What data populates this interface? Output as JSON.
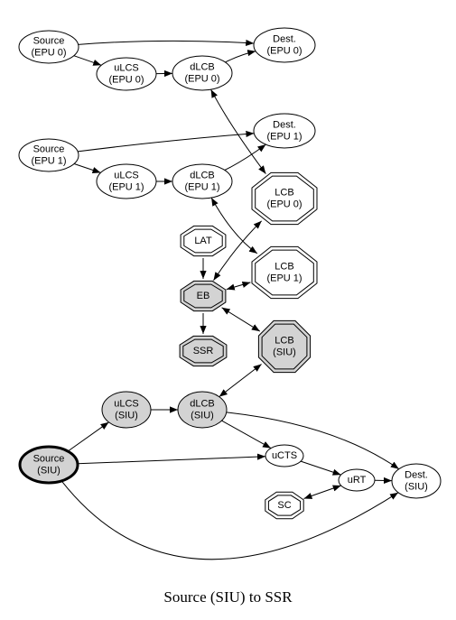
{
  "caption": "Source (SIU) to SSR",
  "colors": {
    "node_fill_default": "#ffffff",
    "node_fill_highlight": "#d3d3d3",
    "stroke": "#000000"
  },
  "nodes": [
    {
      "id": "src0",
      "shape": "ellipse",
      "lines": [
        "Source",
        "(EPU 0)"
      ],
      "highlight": false,
      "bold": false
    },
    {
      "id": "dest0",
      "shape": "ellipse",
      "lines": [
        "Dest.",
        "(EPU 0)"
      ],
      "highlight": false,
      "bold": false
    },
    {
      "id": "ulcs0",
      "shape": "ellipse",
      "lines": [
        "uLCS",
        "(EPU 0)"
      ],
      "highlight": false,
      "bold": false
    },
    {
      "id": "dlcb0",
      "shape": "ellipse",
      "lines": [
        "dLCB",
        "(EPU 0)"
      ],
      "highlight": false,
      "bold": false
    },
    {
      "id": "src1",
      "shape": "ellipse",
      "lines": [
        "Source",
        "(EPU 1)"
      ],
      "highlight": false,
      "bold": false
    },
    {
      "id": "dest1",
      "shape": "ellipse",
      "lines": [
        "Dest.",
        "(EPU 1)"
      ],
      "highlight": false,
      "bold": false
    },
    {
      "id": "ulcs1",
      "shape": "ellipse",
      "lines": [
        "uLCS",
        "(EPU 1)"
      ],
      "highlight": false,
      "bold": false
    },
    {
      "id": "dlcb1",
      "shape": "ellipse",
      "lines": [
        "dLCB",
        "(EPU 1)"
      ],
      "highlight": false,
      "bold": false
    },
    {
      "id": "lcb0",
      "shape": "octagon",
      "lines": [
        "LCB",
        "(EPU 0)"
      ],
      "highlight": false,
      "bold": false
    },
    {
      "id": "lat",
      "shape": "octagon",
      "lines": [
        "LAT"
      ],
      "highlight": false,
      "bold": false
    },
    {
      "id": "lcb1",
      "shape": "octagon",
      "lines": [
        "LCB",
        "(EPU 1)"
      ],
      "highlight": false,
      "bold": false
    },
    {
      "id": "eb",
      "shape": "octagon",
      "lines": [
        "EB"
      ],
      "highlight": true,
      "bold": false
    },
    {
      "id": "ssr",
      "shape": "octagon",
      "lines": [
        "SSR"
      ],
      "highlight": true,
      "bold": false
    },
    {
      "id": "lcbsiu",
      "shape": "octagon",
      "lines": [
        "LCB",
        "(SIU)"
      ],
      "highlight": true,
      "bold": false
    },
    {
      "id": "ulcssiu",
      "shape": "ellipse",
      "lines": [
        "uLCS",
        "(SIU)"
      ],
      "highlight": true,
      "bold": false
    },
    {
      "id": "dlcbsiu",
      "shape": "ellipse",
      "lines": [
        "dLCB",
        "(SIU)"
      ],
      "highlight": true,
      "bold": false
    },
    {
      "id": "srcsiu",
      "shape": "ellipse",
      "lines": [
        "Source",
        "(SIU)"
      ],
      "highlight": true,
      "bold": true
    },
    {
      "id": "ucts",
      "shape": "ellipse",
      "lines": [
        "uCTS"
      ],
      "highlight": false,
      "bold": false
    },
    {
      "id": "urt",
      "shape": "ellipse",
      "lines": [
        "uRT"
      ],
      "highlight": false,
      "bold": false
    },
    {
      "id": "destsiu",
      "shape": "ellipse",
      "lines": [
        "Dest.",
        "(SIU)"
      ],
      "highlight": false,
      "bold": false
    },
    {
      "id": "sc",
      "shape": "octagon",
      "lines": [
        "SC"
      ],
      "highlight": false,
      "bold": false
    }
  ],
  "edges": [
    {
      "from": "src0",
      "to": "dest0",
      "bidirectional": false
    },
    {
      "from": "src0",
      "to": "ulcs0",
      "bidirectional": false
    },
    {
      "from": "ulcs0",
      "to": "dlcb0",
      "bidirectional": false
    },
    {
      "from": "dlcb0",
      "to": "dest0",
      "bidirectional": false
    },
    {
      "from": "dlcb0",
      "to": "lcb0",
      "bidirectional": true
    },
    {
      "from": "src1",
      "to": "dest1",
      "bidirectional": false
    },
    {
      "from": "src1",
      "to": "ulcs1",
      "bidirectional": false
    },
    {
      "from": "ulcs1",
      "to": "dlcb1",
      "bidirectional": false
    },
    {
      "from": "dlcb1",
      "to": "dest1",
      "bidirectional": false
    },
    {
      "from": "dlcb1",
      "to": "lcb1",
      "bidirectional": true
    },
    {
      "from": "lat",
      "to": "eb",
      "bidirectional": false
    },
    {
      "from": "eb",
      "to": "lcb0",
      "bidirectional": true
    },
    {
      "from": "eb",
      "to": "lcb1",
      "bidirectional": true
    },
    {
      "from": "eb",
      "to": "ssr",
      "bidirectional": false
    },
    {
      "from": "eb",
      "to": "lcbsiu",
      "bidirectional": true
    },
    {
      "from": "dlcbsiu",
      "to": "lcbsiu",
      "bidirectional": true
    },
    {
      "from": "srcsiu",
      "to": "ulcssiu",
      "bidirectional": false
    },
    {
      "from": "ulcssiu",
      "to": "dlcbsiu",
      "bidirectional": false
    },
    {
      "from": "dlcbsiu",
      "to": "ucts",
      "bidirectional": false
    },
    {
      "from": "dlcbsiu",
      "to": "destsiu",
      "bidirectional": false
    },
    {
      "from": "srcsiu",
      "to": "ucts",
      "bidirectional": false
    },
    {
      "from": "ucts",
      "to": "urt",
      "bidirectional": false
    },
    {
      "from": "urt",
      "to": "destsiu",
      "bidirectional": false
    },
    {
      "from": "sc",
      "to": "urt",
      "bidirectional": true
    },
    {
      "from": "srcsiu",
      "to": "destsiu",
      "bidirectional": false
    }
  ]
}
